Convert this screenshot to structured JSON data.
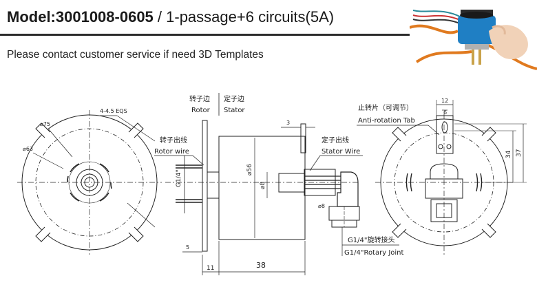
{
  "header": {
    "model_label": "Model:3001008-0605",
    "spec_suffix": " / 1-passage+6 circuits(5A)",
    "note": "Please contact customer service if need 3D Templates"
  },
  "front_view": {
    "dim_outer": "⌀75",
    "dim_inner": "⌀63",
    "dim_holes": "4-4.5 EQS"
  },
  "side_view": {
    "rotor_side_cn": "转子边",
    "rotor_side_en": "Rotor",
    "stator_side_cn": "定子边",
    "stator_side_en": "Stator",
    "rotor_wire_cn": "转子出线",
    "rotor_wire_en": "Rotor wire",
    "stator_wire_cn": "定子出线",
    "stator_wire_en": "Stator Wire",
    "thread_label": "G1/4\"",
    "dim_body_dia": "⌀56",
    "dim_shaft_dia": "⌀8",
    "dim_fitting_dia": "⌀8",
    "dim_flange_gap": "3",
    "dim_flange_thick": "5",
    "dim_flange_width": "11",
    "dim_body_length": "38",
    "rotary_joint_cn": "G1/4\"旋转接头",
    "rotary_joint_en": "G1/4\"Rotary Joint"
  },
  "end_view": {
    "anti_rotation_cn": "止转片（可调节）",
    "anti_rotation_en": "Anti-rotation Tab",
    "dim_tab_width": "12",
    "dim_tab_slot": "6",
    "dim_height_37": "37",
    "dim_height_34": "34"
  }
}
